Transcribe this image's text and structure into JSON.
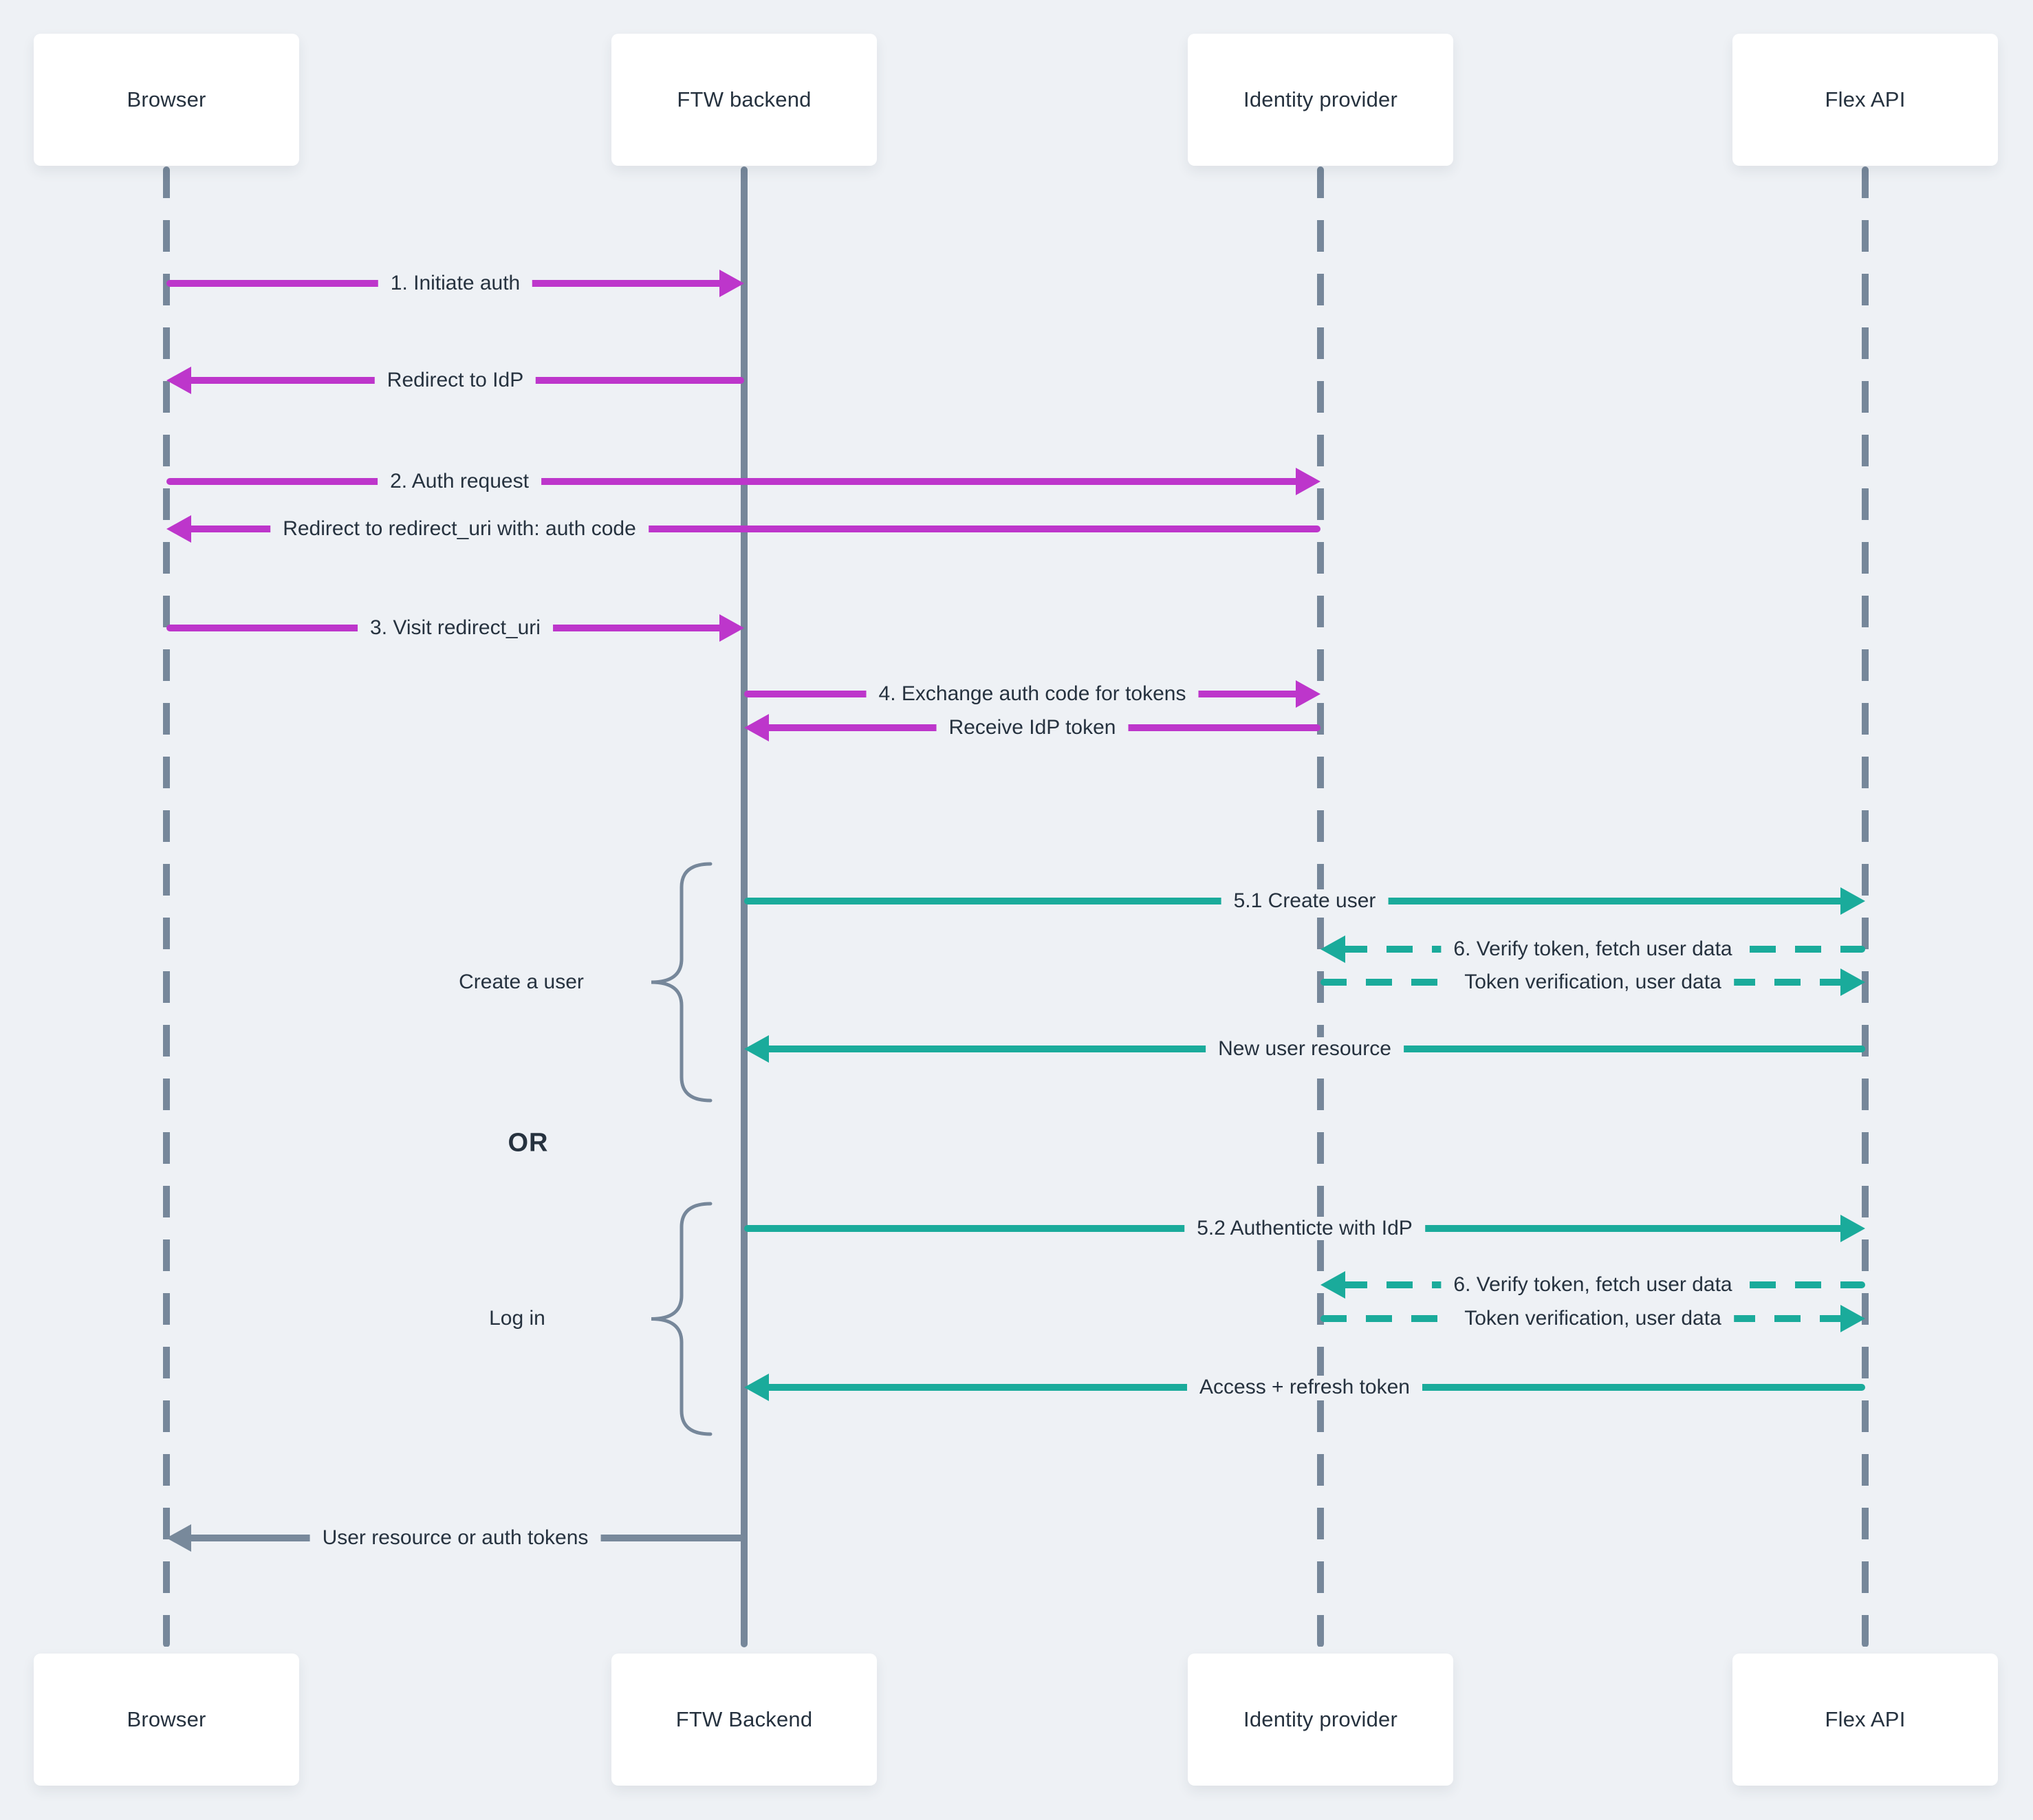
{
  "diagram": {
    "type": "sequence",
    "background_color": "#eef1f5",
    "colors": {
      "primary_flow": "#bd36cb",
      "secondary_flow": "#1aab9b",
      "neutral_flow": "#78899b",
      "lifeline": "#76879a",
      "text": "#26323f",
      "actor_box": "#ffffff"
    },
    "actors": [
      {
        "id": "browser",
        "top_label": "Browser",
        "bottom_label": "Browser",
        "lifeline_style": "dashed"
      },
      {
        "id": "ftw",
        "top_label": "FTW backend",
        "bottom_label": "FTW Backend",
        "lifeline_style": "solid"
      },
      {
        "id": "idp",
        "top_label": "Identity provider",
        "bottom_label": "Identity provider",
        "lifeline_style": "dashed"
      },
      {
        "id": "flex",
        "top_label": "Flex API",
        "bottom_label": "Flex API",
        "lifeline_style": "dashed"
      }
    ],
    "messages": [
      {
        "label": "1. Initiate auth",
        "from": "browser",
        "to": "ftw",
        "color": "primary_flow",
        "line": "solid"
      },
      {
        "label": "Redirect to IdP",
        "from": "ftw",
        "to": "browser",
        "color": "primary_flow",
        "line": "solid"
      },
      {
        "label": "2. Auth request",
        "from": "browser",
        "to": "idp",
        "color": "primary_flow",
        "line": "solid"
      },
      {
        "label": "Redirect to redirect_uri with: auth code",
        "from": "idp",
        "to": "browser",
        "color": "primary_flow",
        "line": "solid"
      },
      {
        "label": "3. Visit redirect_uri",
        "from": "browser",
        "to": "ftw",
        "color": "primary_flow",
        "line": "solid"
      },
      {
        "label": "4. Exchange auth code for tokens",
        "from": "ftw",
        "to": "idp",
        "color": "primary_flow",
        "line": "solid"
      },
      {
        "label": "Receive IdP token",
        "from": "idp",
        "to": "ftw",
        "color": "primary_flow",
        "line": "solid"
      },
      {
        "label": "5.1 Create user",
        "from": "ftw",
        "to": "flex",
        "color": "secondary_flow",
        "line": "solid"
      },
      {
        "label": "6. Verify token, fetch user data",
        "from": "flex",
        "to": "idp",
        "color": "secondary_flow",
        "line": "dashed"
      },
      {
        "label": "Token verification, user data",
        "from": "idp",
        "to": "flex",
        "color": "secondary_flow",
        "line": "dashed"
      },
      {
        "label": "New user resource",
        "from": "flex",
        "to": "ftw",
        "color": "secondary_flow",
        "line": "solid"
      },
      {
        "label": "5.2 Authenticte with IdP",
        "from": "ftw",
        "to": "flex",
        "color": "secondary_flow",
        "line": "solid"
      },
      {
        "label": "6. Verify token, fetch user data",
        "from": "flex",
        "to": "idp",
        "color": "secondary_flow",
        "line": "dashed"
      },
      {
        "label": "Token verification, user data",
        "from": "idp",
        "to": "flex",
        "color": "secondary_flow",
        "line": "dashed"
      },
      {
        "label": "Access + refresh token",
        "from": "flex",
        "to": "ftw",
        "color": "secondary_flow",
        "line": "solid"
      },
      {
        "label": "User resource or auth tokens",
        "from": "ftw",
        "to": "browser",
        "color": "neutral_flow",
        "line": "solid"
      }
    ],
    "groups": [
      {
        "label": "Create a user"
      },
      {
        "label": "Log in"
      }
    ],
    "or_label": "OR"
  }
}
